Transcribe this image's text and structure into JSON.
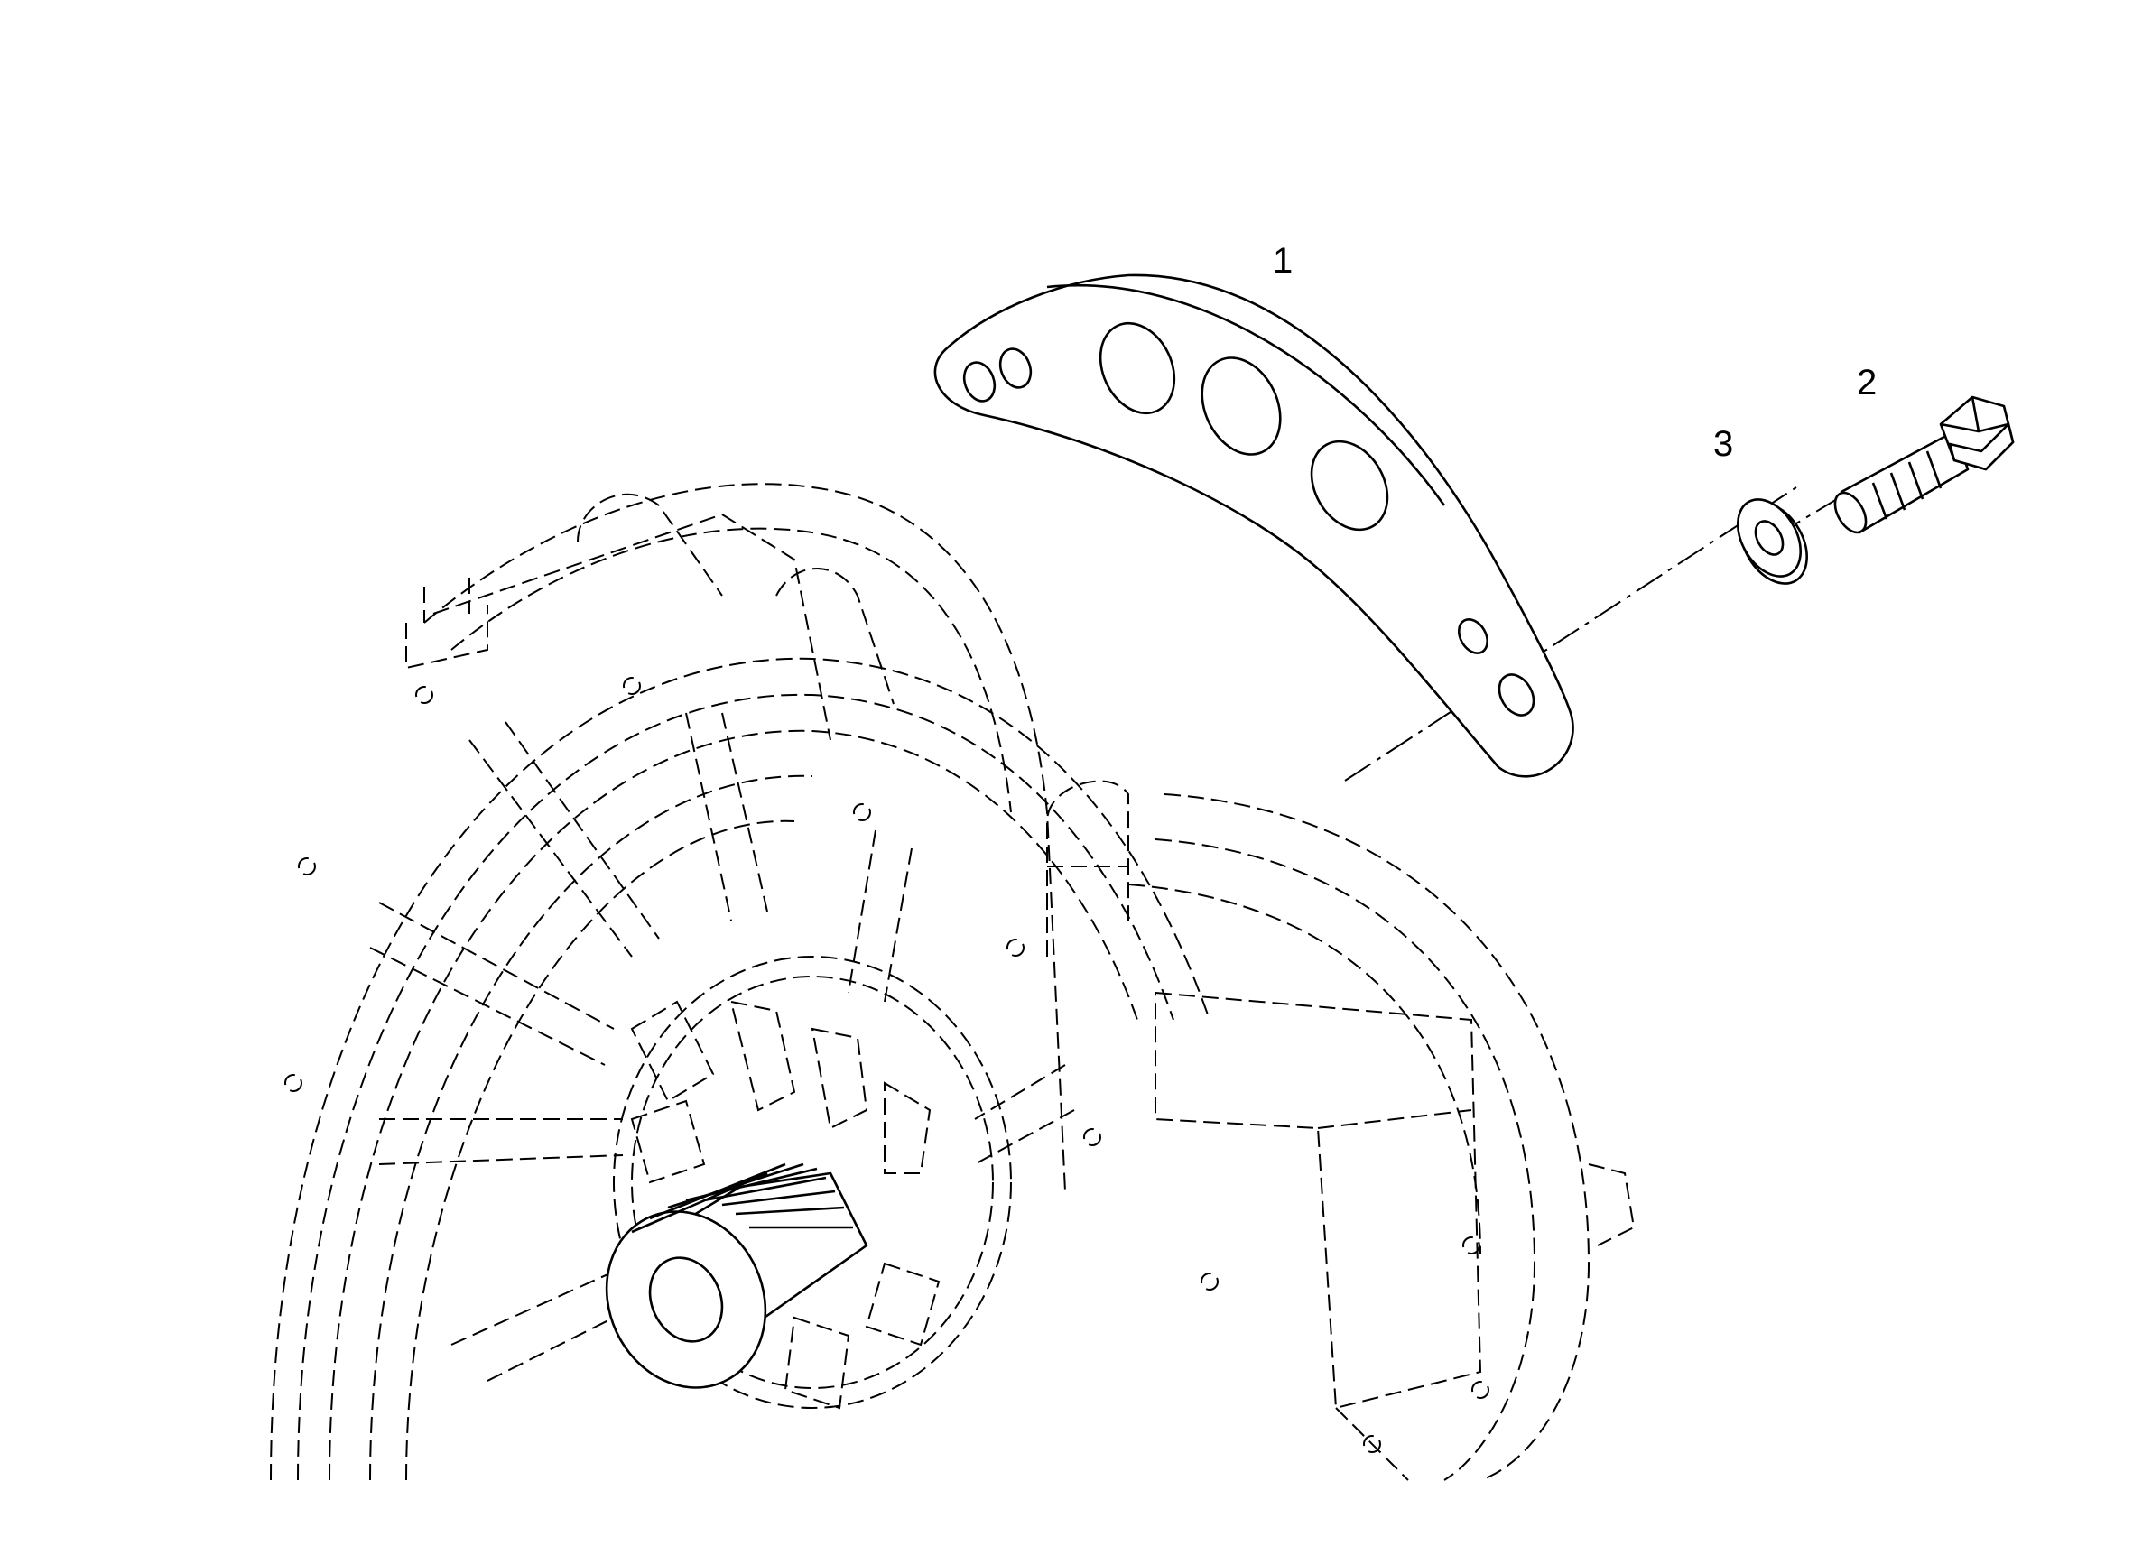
{
  "callouts": [
    {
      "id": "1",
      "label": "1",
      "part": "mounting-bracket"
    },
    {
      "id": "2",
      "label": "2",
      "part": "hex-bolt"
    },
    {
      "id": "3",
      "label": "3",
      "part": "washer"
    }
  ],
  "colors": {
    "line": "#000000",
    "background": "#ffffff"
  }
}
